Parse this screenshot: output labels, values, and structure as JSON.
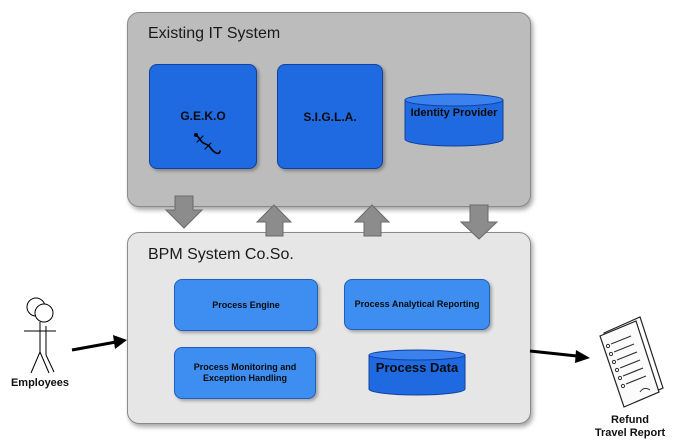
{
  "existing_system": {
    "title": "Existing IT System",
    "components": [
      {
        "label": "G.E.K.O",
        "icon": "gecko-icon"
      },
      {
        "label": "S.I.G.L.A."
      },
      {
        "label": "Identity Provider",
        "shape": "database-cylinder"
      }
    ]
  },
  "bpm_system": {
    "title": "BPM System Co.So.",
    "components": [
      {
        "label": "Process Engine"
      },
      {
        "label": "Process Analytical Reporting"
      },
      {
        "label": "Process Monitoring and Exception Handling"
      },
      {
        "label": "Process Data",
        "shape": "database-cylinder"
      }
    ]
  },
  "actor": {
    "label": "Employees",
    "icon": "stick-figure-icon"
  },
  "output_document": {
    "label_line1": "Refund",
    "label_line2": "Travel Report",
    "icon": "document-icon"
  },
  "connections": [
    {
      "from": "Existing IT System",
      "to": "BPM System Co.So.",
      "direction": "down"
    },
    {
      "from": "BPM System Co.So.",
      "to": "Existing IT System",
      "direction": "up"
    },
    {
      "from": "BPM System Co.So.",
      "to": "Existing IT System",
      "direction": "up"
    },
    {
      "from": "Existing IT System",
      "to": "BPM System Co.So.",
      "direction": "down"
    },
    {
      "from": "Employees",
      "to": "BPM System Co.So."
    },
    {
      "from": "BPM System Co.So.",
      "to": "Refund Travel Report"
    }
  ],
  "colors": {
    "existing_panel": "#bcbcbc",
    "bpm_panel": "#e6e6e6",
    "component_blue": "#1f6ae0",
    "component_light_blue": "#3d8ef0",
    "connector_gray": "#8c8c8c"
  }
}
